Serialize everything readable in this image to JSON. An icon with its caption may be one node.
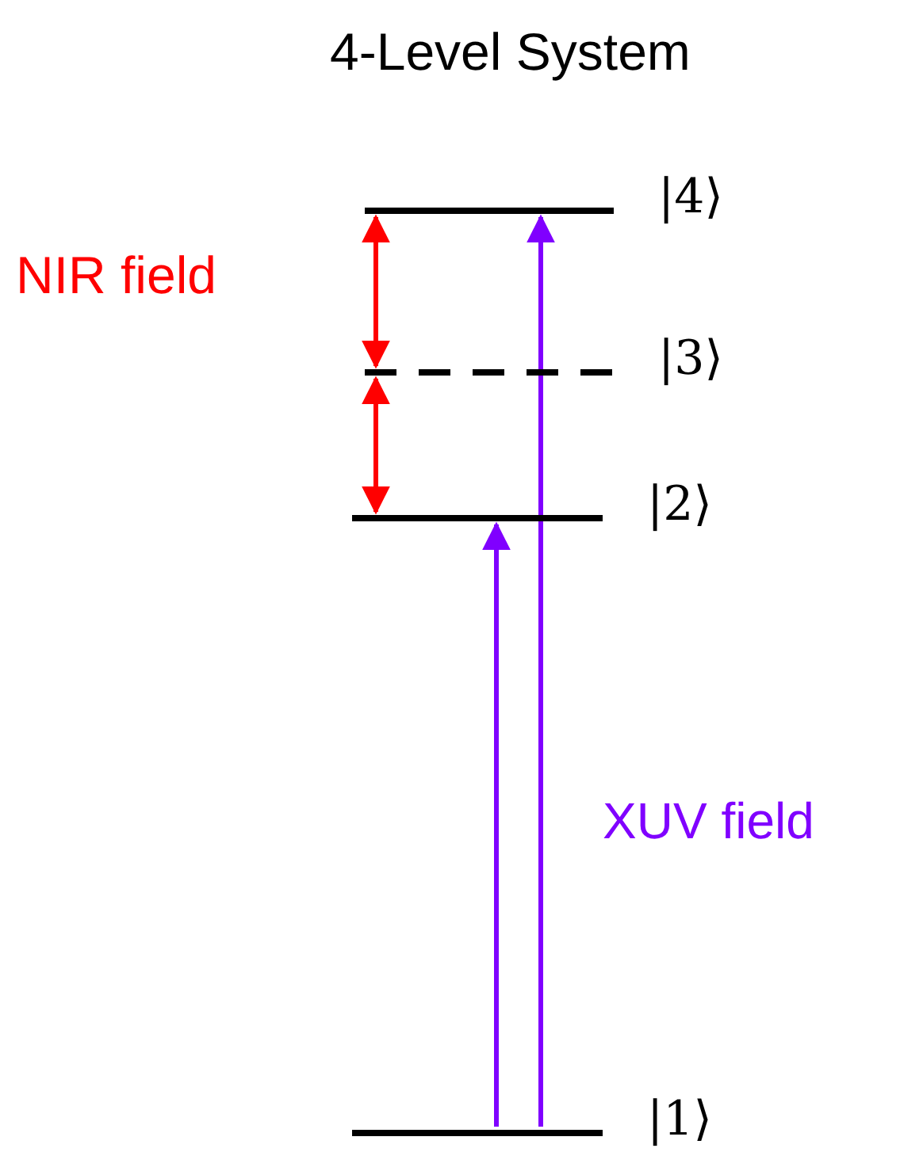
{
  "diagram": {
    "title": "4-Level System",
    "nodes": [
      {
        "text": [],
        "shape": "bar",
        "beside": [
          "|4⟩"
        ]
      },
      {
        "text": [],
        "shape": "dashes",
        "beside": [
          "|3⟩"
        ]
      },
      {
        "text": [],
        "shape": "bar",
        "beside": [
          "|2⟩"
        ]
      },
      {
        "text": [],
        "shape": "bar",
        "beside": [
          "|1⟩"
        ]
      }
    ],
    "edges": [
      {
        "from": 0,
        "to": 1,
        "arrow": "both",
        "color": "#ff0000"
      },
      {
        "from": 1,
        "to": 2,
        "arrow": "both",
        "color": "#ff0000"
      },
      {
        "from": 3,
        "to": 2,
        "arrow": "to",
        "color": "#8000ff"
      },
      {
        "from": 3,
        "to": 0,
        "arrow": "to",
        "color": "#8000ff"
      }
    ],
    "labels": [
      "NIR field",
      "XUV field"
    ]
  }
}
